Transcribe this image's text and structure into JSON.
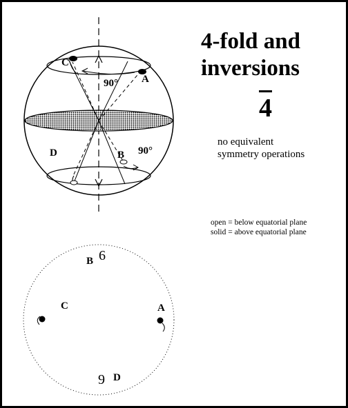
{
  "title": "4-fold and\ninversions",
  "operation_symbol": "4",
  "description": "no equivalent\nsymmetry operations",
  "legend": {
    "open": "open = below equatorial plane",
    "solid": "solid = above equatorial plane"
  },
  "sphere": {
    "angle_upper": "90°",
    "angle_lower": "90°",
    "labels": [
      "A",
      "B",
      "C",
      "D"
    ]
  },
  "projection": {
    "labels": [
      "A",
      "B",
      "C",
      "D"
    ],
    "open_glyph": "6",
    "open_glyph_rotated": "9"
  }
}
